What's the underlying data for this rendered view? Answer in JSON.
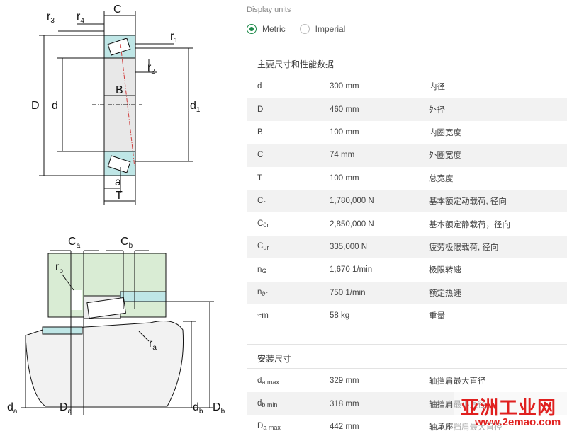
{
  "units": {
    "title": "Display units",
    "metric": "Metric",
    "imperial": "Imperial",
    "selected": "metric"
  },
  "main": {
    "title": "主要尺寸和性能数据",
    "rows": [
      {
        "sym": "d",
        "sub": "",
        "val": "300 mm",
        "desc": "内径"
      },
      {
        "sym": "D",
        "sub": "",
        "val": "460 mm",
        "desc": "外径"
      },
      {
        "sym": "B",
        "sub": "",
        "val": "100 mm",
        "desc": "内圈宽度"
      },
      {
        "sym": "C",
        "sub": "",
        "val": "74 mm",
        "desc": "外圈宽度"
      },
      {
        "sym": "T",
        "sub": "",
        "val": "100 mm",
        "desc": "总宽度"
      },
      {
        "sym": "C",
        "sub": "r",
        "val": "1,780,000 N",
        "desc": "基本额定动载荷, 径向"
      },
      {
        "sym": "C",
        "sub": "0r",
        "val": "2,850,000 N",
        "desc": "基本额定静载荷，径向"
      },
      {
        "sym": "C",
        "sub": "ur",
        "val": "335,000 N",
        "desc": "疲劳极限载荷, 径向"
      },
      {
        "sym": "n",
        "sub": "G",
        "val": "1,670 1/min",
        "desc": "极限转速"
      },
      {
        "sym": "n",
        "sub": "ϑr",
        "val": "750 1/min",
        "desc": "额定热速"
      },
      {
        "sym": "≈m",
        "sub": "",
        "val": "58 kg",
        "desc": "重量"
      }
    ]
  },
  "mount": {
    "title": "安装尺寸",
    "rows": [
      {
        "sym": "d",
        "sub": "a max",
        "val": "329 mm",
        "desc": "轴挡肩最大直径"
      },
      {
        "sym": "d",
        "sub": "b min",
        "val": "318 mm",
        "desc": "轴挡肩最小直径"
      },
      {
        "sym": "D",
        "sub": "a max",
        "val": "442 mm",
        "desc": "轴承座挡肩最大直径"
      }
    ]
  },
  "diagram1": {
    "labels": {
      "r3": "r",
      "r3s": "3",
      "r4": "r",
      "r4s": "4",
      "C": "C",
      "r1": "r",
      "r1s": "1",
      "r2": "r",
      "r2s": "2",
      "D": "D",
      "d": "d",
      "B": "B",
      "d1": "d",
      "d1s": "1",
      "a": "a",
      "T": "T"
    }
  },
  "diagram2": {
    "labels": {
      "Ca": "C",
      "Cas": "a",
      "Cb": "C",
      "Cbs": "b",
      "rb": "r",
      "rbs": "b",
      "ra": "r",
      "ras": "a",
      "da": "d",
      "das": "a",
      "Da": "D",
      "Das": "a",
      "db": "d",
      "dbs": "b",
      "Db": "D",
      "Dbs": "b"
    }
  },
  "watermark": {
    "cn": "亚洲工业网",
    "url": "www.2emao.com"
  },
  "colors": {
    "accent": "#1e8a4a",
    "bearing": "#bfe6e6",
    "housing": "#d9ecd4",
    "watermark": "#e0201f"
  }
}
